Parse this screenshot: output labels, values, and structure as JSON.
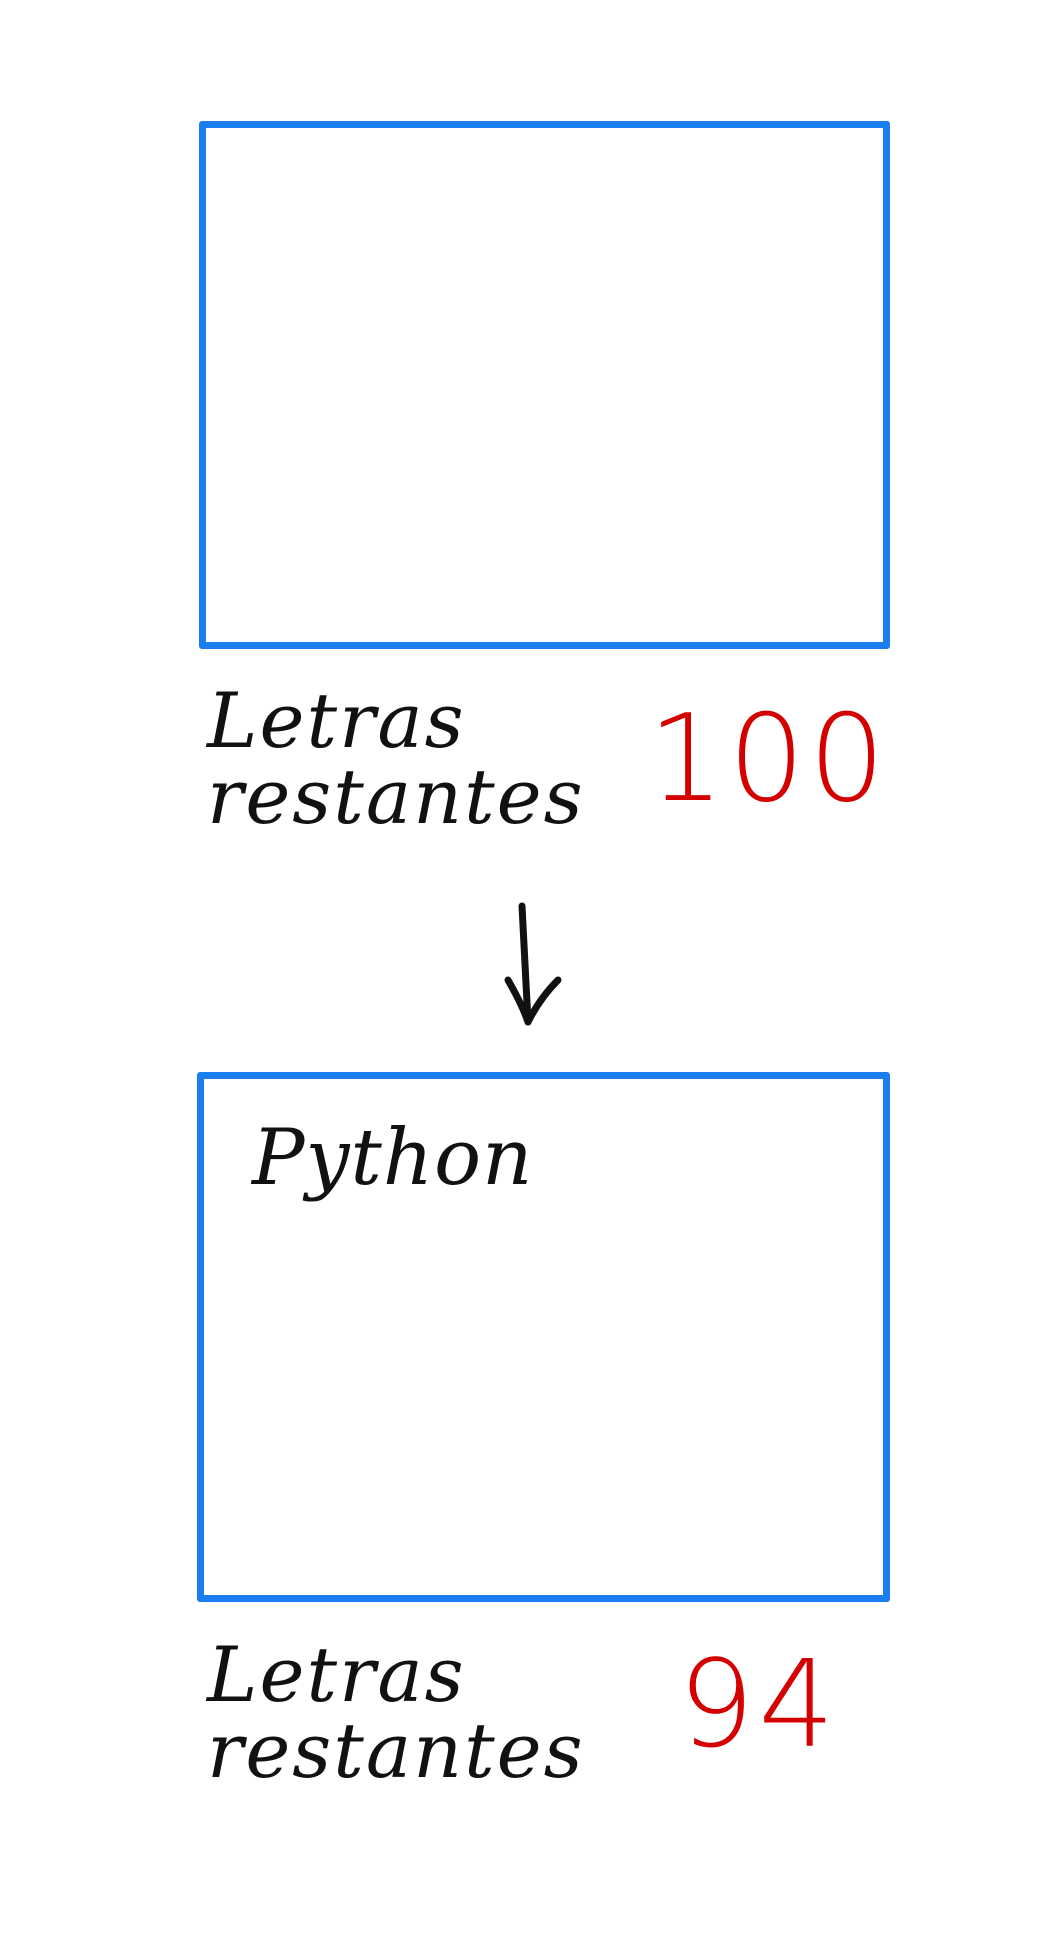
{
  "before": {
    "input_text": "",
    "counter_label": "Letras\nrestantes",
    "counter_value": "100"
  },
  "after": {
    "input_text": "Python",
    "counter_label": "Letras\nrestantes",
    "counter_value": "94"
  },
  "colors": {
    "box_border": "#1a7df0",
    "counter_value": "#d40000",
    "ink": "#111111"
  },
  "icons": [
    "arrow-down-icon"
  ]
}
